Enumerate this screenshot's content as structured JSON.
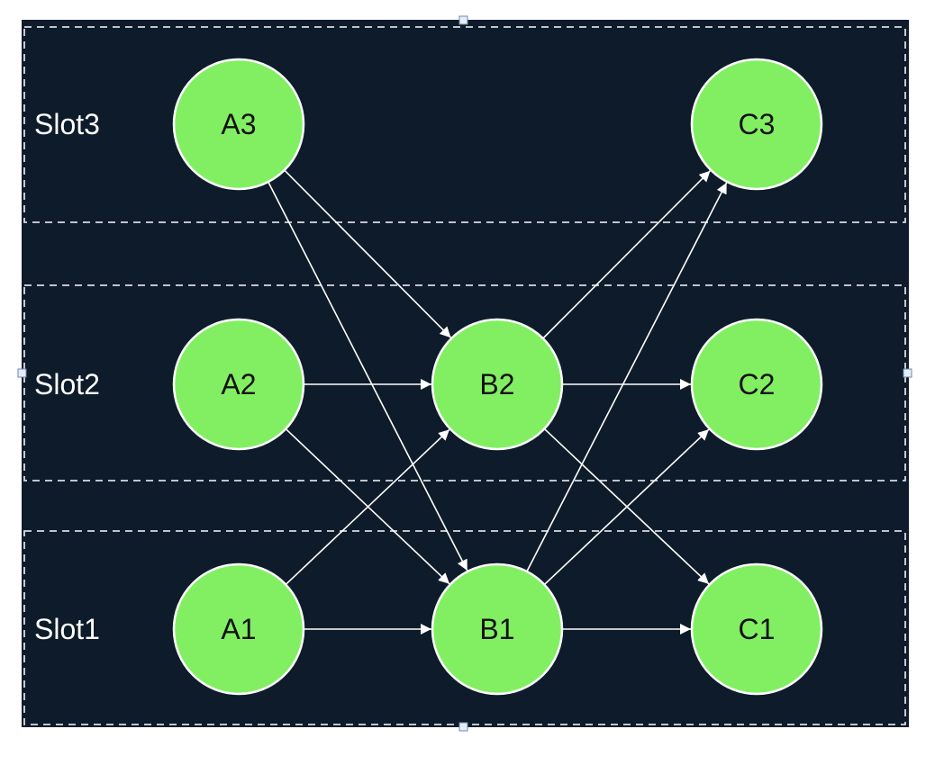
{
  "slots": [
    {
      "id": "slot3",
      "label": "Slot3"
    },
    {
      "id": "slot2",
      "label": "Slot2"
    },
    {
      "id": "slot1",
      "label": "Slot1"
    }
  ],
  "nodes": [
    {
      "id": "A3",
      "label": "A3",
      "slot": "slot3",
      "column": "A"
    },
    {
      "id": "C3",
      "label": "C3",
      "slot": "slot3",
      "column": "C"
    },
    {
      "id": "A2",
      "label": "A2",
      "slot": "slot2",
      "column": "A"
    },
    {
      "id": "B2",
      "label": "B2",
      "slot": "slot2",
      "column": "B"
    },
    {
      "id": "C2",
      "label": "C2",
      "slot": "slot2",
      "column": "C"
    },
    {
      "id": "A1",
      "label": "A1",
      "slot": "slot1",
      "column": "A"
    },
    {
      "id": "B1",
      "label": "B1",
      "slot": "slot1",
      "column": "B"
    },
    {
      "id": "C1",
      "label": "C1",
      "slot": "slot1",
      "column": "C"
    }
  ],
  "edges": [
    {
      "from": "A3",
      "to": "B2"
    },
    {
      "from": "A3",
      "to": "B1"
    },
    {
      "from": "A2",
      "to": "B2"
    },
    {
      "from": "A2",
      "to": "B1"
    },
    {
      "from": "A1",
      "to": "B2"
    },
    {
      "from": "A1",
      "to": "B1"
    },
    {
      "from": "B2",
      "to": "C3"
    },
    {
      "from": "B2",
      "to": "C2"
    },
    {
      "from": "B2",
      "to": "C1"
    },
    {
      "from": "B1",
      "to": "C3"
    },
    {
      "from": "B1",
      "to": "C2"
    },
    {
      "from": "B1",
      "to": "C1"
    }
  ],
  "colors": {
    "background": "#0e1b2a",
    "node_fill": "#82ef63",
    "node_stroke": "#ffffff",
    "edge": "#ffffff",
    "slot_border": "#d8dde4"
  }
}
